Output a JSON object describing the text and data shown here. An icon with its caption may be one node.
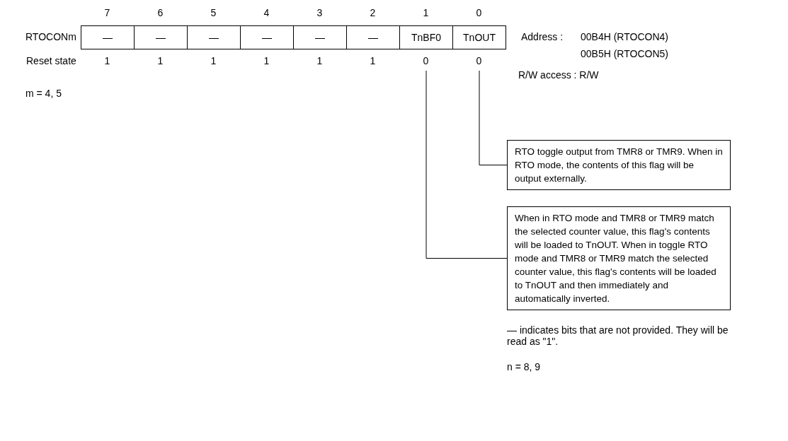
{
  "diagram": {
    "nodes": [
      {
        "text": [
          "—"
        ]
      },
      {
        "text": [
          "—"
        ]
      },
      {
        "text": [
          "—"
        ]
      },
      {
        "text": [
          "—"
        ]
      },
      {
        "text": [
          "—"
        ]
      },
      {
        "text": [
          "—"
        ]
      },
      {
        "text": [
          "TnBF0"
        ]
      },
      {
        "text": [
          "TnOUT"
        ]
      },
      {
        "text": [
          "RTO toggle output from TMR8 or TMR9. When in RTO mode, the contents of this flag will be output externally."
        ]
      },
      {
        "text": [
          "When in RTO mode and TMR8 or TMR9 match the selected counter value, this flag's contents will be loaded to TnOUT. When in toggle RTO mode and TMR8 or TMR9 match the selected counter value, this flag's contents will be loaded to TnOUT and then immediately and automatically inverted."
        ]
      }
    ],
    "edges": [
      {
        "from": 7,
        "to": 8,
        "arrow": "none"
      },
      {
        "from": 6,
        "to": 9,
        "arrow": "none"
      }
    ],
    "labels": [
      "7",
      "6",
      "5",
      "4",
      "3",
      "2",
      "1",
      "0",
      "RTOCONm",
      "Address :",
      "00B4H (RTOCON4)",
      "00B5H (RTOCON5)",
      "Reset state",
      "1",
      "1",
      "1",
      "1",
      "1",
      "1",
      "0",
      "0",
      "R/W access : R/W",
      "m = 4, 5",
      "— indicates bits that are not provided. They will be read as \"1\".",
      "n = 8, 9"
    ]
  }
}
